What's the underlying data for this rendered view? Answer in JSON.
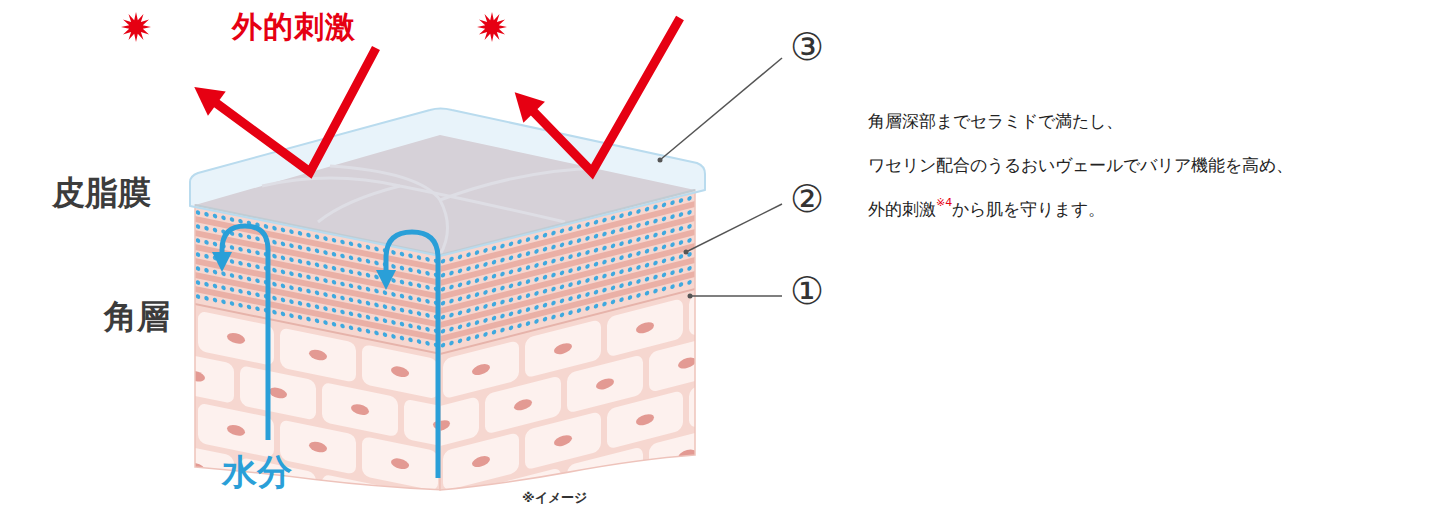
{
  "diagram": {
    "labels": [
      "外的刺激",
      "③",
      "皮脂膜",
      "②",
      "角層",
      "①",
      "水分",
      "※イメージ",
      "角層深部までセラミドで満たし、",
      "ワセリン配合のうるおいヴェールでバリア機能を高め、",
      "外的刺激",
      "※4",
      "から肌を守ります。"
    ]
  }
}
